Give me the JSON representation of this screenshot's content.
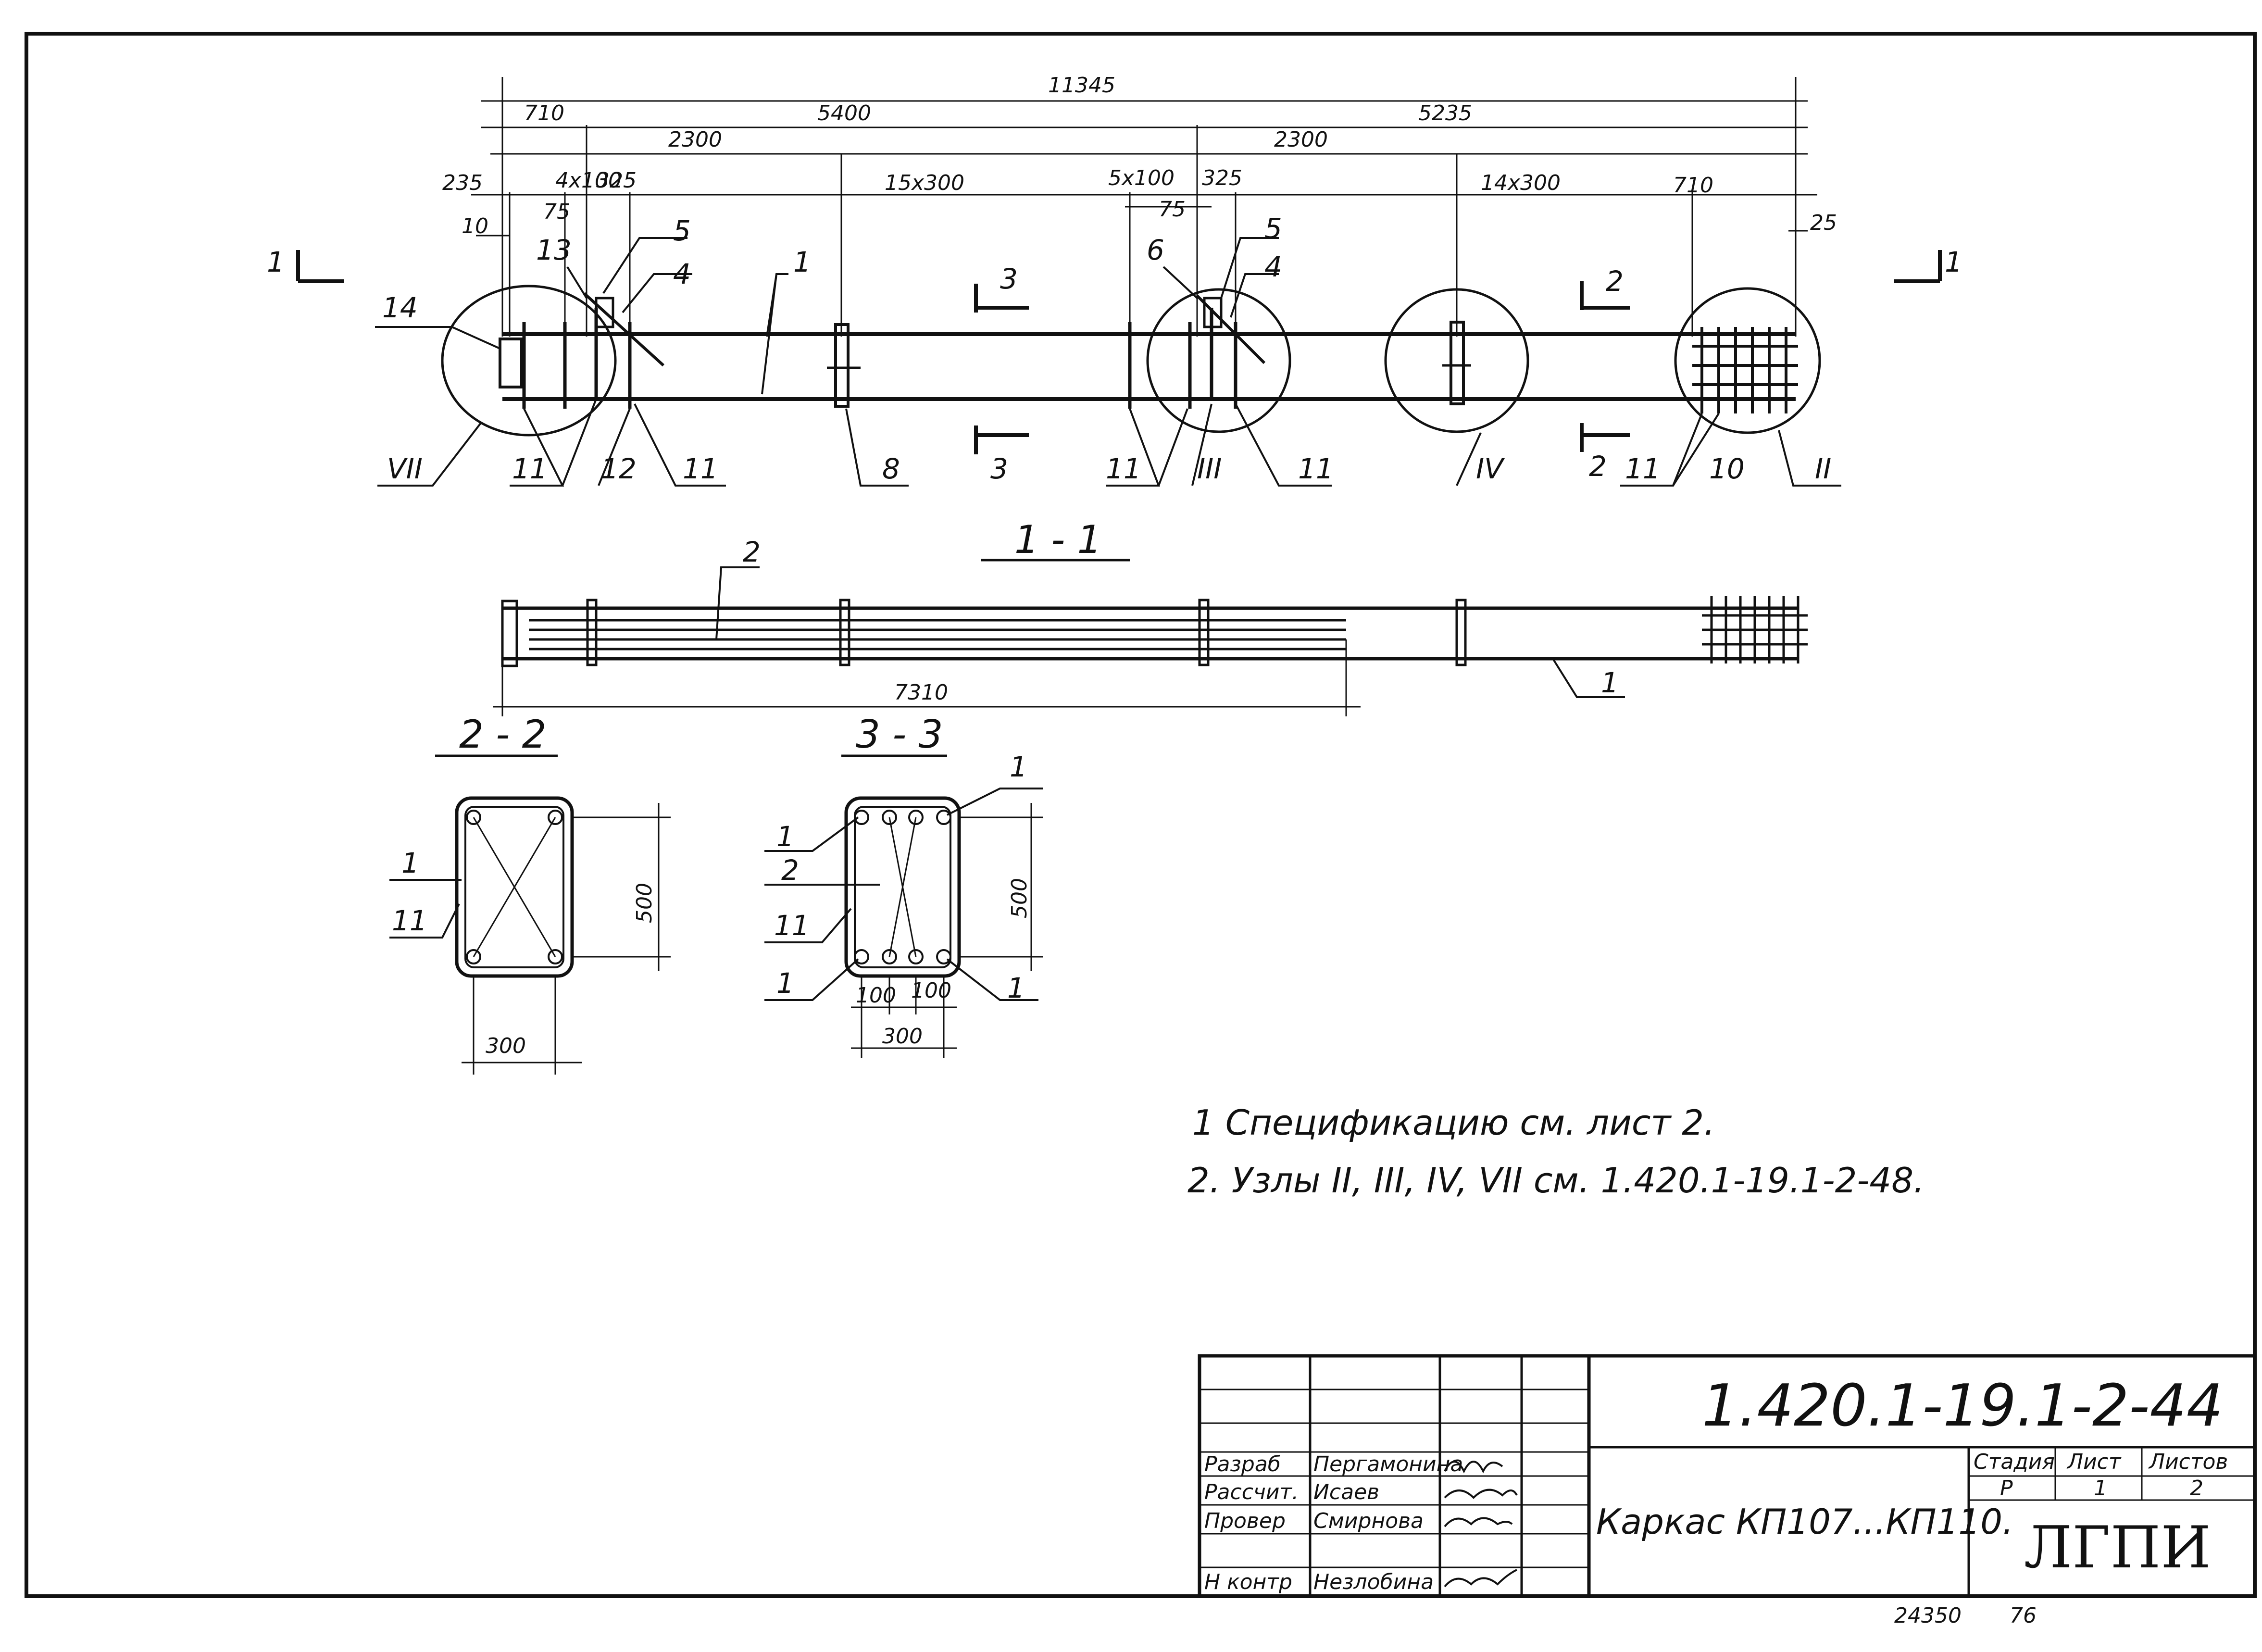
{
  "dims": {
    "overall": "11345",
    "d710a": "710",
    "d5400": "5400",
    "d5235": "5235",
    "d2300a": "2300",
    "d2300b": "2300",
    "d235": "235",
    "d4x100": "4x100",
    "d325a": "325",
    "d15x300": "15x300",
    "d5x100": "5x100",
    "d325b": "325",
    "d14x300": "14x300",
    "d710b": "710",
    "d25": "25",
    "d10": "10",
    "d75a": "75",
    "d75b": "75",
    "d7310": "7310",
    "h22": "500",
    "w22": "300",
    "h33": "500",
    "w33": "300",
    "s100a": "100",
    "s100b": "100"
  },
  "positions": {
    "p14": "14",
    "p13": "13",
    "p5a": "5",
    "p4a": "4",
    "p1a": "1",
    "p3top": "3",
    "p6": "6",
    "p5b": "5",
    "p4b": "4",
    "p2top": "2",
    "p11a": "11",
    "p12": "12",
    "p11b": "11",
    "p8": "8",
    "p3bot": "3",
    "p11c": "11",
    "p11d": "11",
    "p2bot": "2",
    "p11e": "11",
    "p10": "10",
    "p2sec": "2",
    "p1sec": "1",
    "p22_1": "1",
    "p22_11": "11",
    "p33_1a": "1",
    "p33_2": "2",
    "p33_11": "11",
    "p33_1b": "1",
    "p33_1c": "1",
    "p33_1d": "1",
    "cut_left": "1",
    "cut_right": "1"
  },
  "nodes": {
    "n7": "VII",
    "n3": "III",
    "n4": "IV",
    "n2": "II"
  },
  "sections": {
    "s11": "1 - 1",
    "s22": "2 - 2",
    "s33": "3 - 3"
  },
  "notes": {
    "n1": "1 Спецификацию   см.  лист 2.",
    "n2": "2. Узлы II, III, IV, VII  см.  1.420.1-19.1-2-48."
  },
  "title_block": {
    "doc_code": "1.420.1-19.1-2-44",
    "rows": [
      {
        "role": "Разраб",
        "name": "Пергамонина"
      },
      {
        "role": "Рассчит.",
        "name": "Исаев"
      },
      {
        "role": "Провер",
        "name": "Смирнова"
      },
      {
        "role": "Н контр",
        "name": "Незлобина"
      }
    ],
    "title": "Каркас КП107...КП110.",
    "stage_hdr": "Стадия",
    "sheet_hdr": "Лист",
    "sheets_hdr": "Листов",
    "stage": "Р",
    "sheet": "1",
    "sheets": "2",
    "org": "ЛГПИ"
  },
  "footer": {
    "archive": "24350",
    "page": "76"
  }
}
